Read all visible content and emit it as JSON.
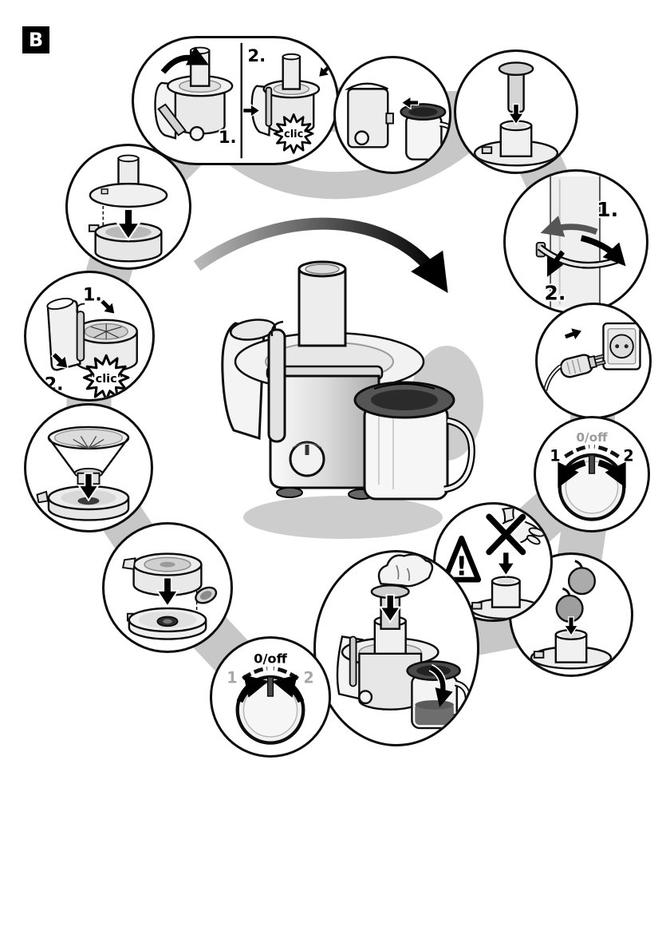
{
  "page": {
    "section_label": "B"
  },
  "colors": {
    "ink": "#000000",
    "paper": "#ffffff",
    "shade_ribbon": "#c7c7c7",
    "metal_light": "#ececec",
    "metal_mid": "#c9c9c9",
    "lid_dark": "#4a4a4a",
    "juice_dark": "#6e6e6e",
    "muted_label": "#9b9b9b"
  },
  "labels": {
    "panel": {
      "step1": "1.",
      "step2": "2.",
      "click": "\"clic\""
    },
    "latch": {
      "step1": "1.",
      "step2": "2.",
      "click": "\"clic\""
    },
    "cord": {
      "step1": "1.",
      "step2": "2."
    },
    "dial_start": {
      "off": "0/off",
      "speed1": "1",
      "speed2": "2"
    },
    "dial_stop": {
      "off": "0/off",
      "speed1": "1",
      "speed2": "2"
    },
    "warning": {
      "exclamation": "!"
    }
  }
}
